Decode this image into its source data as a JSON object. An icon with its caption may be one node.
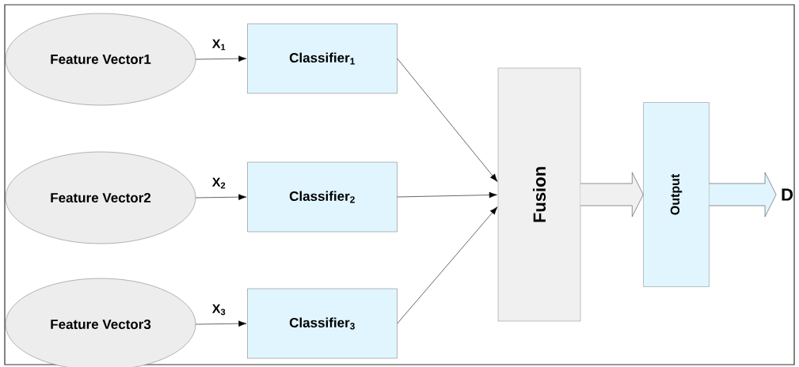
{
  "diagram": {
    "nodes": [
      {
        "text": [
          "Feature Vector1"
        ]
      },
      {
        "text": [
          "Feature Vector2"
        ]
      },
      {
        "text": [
          "Feature Vector3"
        ]
      },
      {
        "text": [
          "Classifier$_{1}$"
        ]
      },
      {
        "text": [
          "Classifier$_{2}$"
        ]
      },
      {
        "text": [
          "Classifier$_{3}$"
        ]
      },
      {
        "text": [
          "Fusion"
        ]
      },
      {
        "text": [
          "Output"
        ]
      },
      {
        "text": [
          "D"
        ]
      }
    ],
    "edges": [
      {
        "from": 0,
        "to": 3,
        "arrow": "to",
        "label": "X$_{1}$"
      },
      {
        "from": 1,
        "to": 4,
        "arrow": "to",
        "label": "X$_{2}$"
      },
      {
        "from": 2,
        "to": 5,
        "arrow": "to",
        "label": "X$_{3}$"
      },
      {
        "from": 3,
        "to": 6,
        "arrow": "to"
      },
      {
        "from": 4,
        "to": 6,
        "arrow": "to"
      },
      {
        "from": 5,
        "to": 6,
        "arrow": "to"
      },
      {
        "from": 6,
        "to": 7,
        "arrow": "to",
        "style": "thick"
      },
      {
        "from": 7,
        "to": 8,
        "arrow": "to",
        "style": "thick"
      }
    ]
  }
}
